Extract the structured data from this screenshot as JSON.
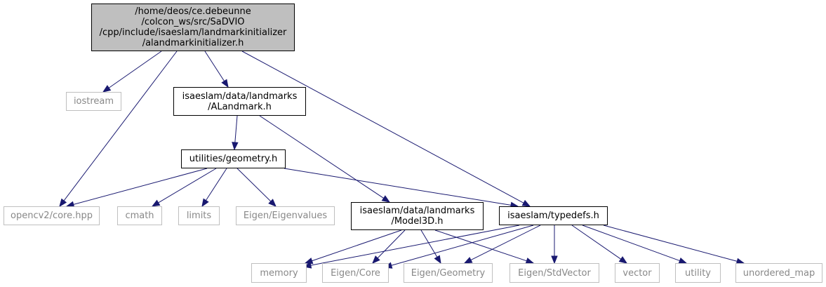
{
  "nodes": {
    "root": [
      "/home/deos/ce.debeunne",
      "/colcon_ws/src/SaDVIO",
      "/cpp/include/isaeslam/landmarkinitializer",
      "/alandmarkinitializer.h"
    ],
    "iostream": [
      "iostream"
    ],
    "alandmark": [
      "isaeslam/data/landmarks",
      "/ALandmark.h"
    ],
    "geometry": [
      "utilities/geometry.h"
    ],
    "opencv": [
      "opencv2/core.hpp"
    ],
    "cmath": [
      "cmath"
    ],
    "limits": [
      "limits"
    ],
    "eigenvalues": [
      "Eigen/Eigenvalues"
    ],
    "model3d": [
      "isaeslam/data/landmarks",
      "/Model3D.h"
    ],
    "typedefs": [
      "isaeslam/typedefs.h"
    ],
    "memory": [
      "memory"
    ],
    "eigencore": [
      "Eigen/Core"
    ],
    "eigengeometry": [
      "Eigen/Geometry"
    ],
    "stdvector": [
      "Eigen/StdVector"
    ],
    "vector": [
      "vector"
    ],
    "utility": [
      "utility"
    ],
    "unordered_map": [
      "unordered_map"
    ]
  },
  "edges": [
    [
      "root",
      "iostream"
    ],
    [
      "root",
      "opencv"
    ],
    [
      "root",
      "alandmark"
    ],
    [
      "root",
      "typedefs"
    ],
    [
      "alandmark",
      "geometry"
    ],
    [
      "alandmark",
      "model3d"
    ],
    [
      "geometry",
      "opencv"
    ],
    [
      "geometry",
      "cmath"
    ],
    [
      "geometry",
      "limits"
    ],
    [
      "geometry",
      "eigenvalues"
    ],
    [
      "geometry",
      "typedefs"
    ],
    [
      "model3d",
      "memory"
    ],
    [
      "model3d",
      "eigencore"
    ],
    [
      "model3d",
      "eigengeometry"
    ],
    [
      "model3d",
      "stdvector"
    ],
    [
      "typedefs",
      "memory"
    ],
    [
      "typedefs",
      "eigencore"
    ],
    [
      "typedefs",
      "eigengeometry"
    ],
    [
      "typedefs",
      "stdvector"
    ],
    [
      "typedefs",
      "vector"
    ],
    [
      "typedefs",
      "utility"
    ],
    [
      "typedefs",
      "unordered_map"
    ]
  ],
  "colors": {
    "edge": "#191970",
    "root_fill": "#bfbfbf",
    "external_border": "#bfbfbf",
    "external_text": "#888888"
  }
}
